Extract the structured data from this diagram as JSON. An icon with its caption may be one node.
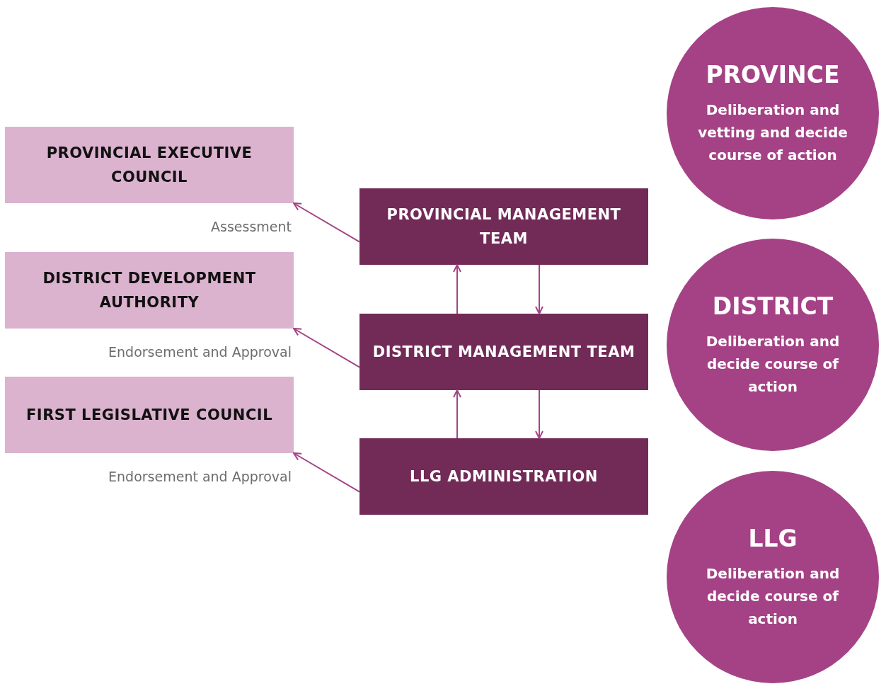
{
  "diagram": {
    "nodes": [
      {
        "text": [
          "PROVINCIAL EXECUTIVE COUNCIL"
        ]
      },
      {
        "text": [
          "PROVINCIAL MANAGEMENT TEAM"
        ]
      },
      {
        "text": [
          "DISTRICT DEVELOPMENT AUTHORITY"
        ]
      },
      {
        "text": [
          "DISTRICT MANAGEMENT TEAM"
        ]
      },
      {
        "text": [
          "FIRST LEGISLATIVE COUNCIL"
        ]
      },
      {
        "text": [
          "LLG ADMINISTRATION"
        ]
      },
      {
        "text": [
          "PROVINCE",
          "Deliberation and vetting and decide course of action"
        ]
      },
      {
        "text": [
          "DISTRICT",
          "Deliberation and decide course of action"
        ]
      },
      {
        "text": [
          "LLG",
          "Deliberation and decide course of action"
        ]
      }
    ],
    "edges": [
      {
        "from": 1,
        "to": 0,
        "arrow": "to",
        "label": "Assessment"
      },
      {
        "from": 3,
        "to": 2,
        "arrow": "to",
        "label": "Endorsement and Approval"
      },
      {
        "from": 5,
        "to": 4,
        "arrow": "to",
        "label": "Endorsement and Approval"
      },
      {
        "from": 3,
        "to": 1,
        "arrow": "to"
      },
      {
        "from": 1,
        "to": 3,
        "arrow": "to"
      },
      {
        "from": 5,
        "to": 3,
        "arrow": "to"
      },
      {
        "from": 3,
        "to": 5,
        "arrow": "to"
      }
    ]
  }
}
